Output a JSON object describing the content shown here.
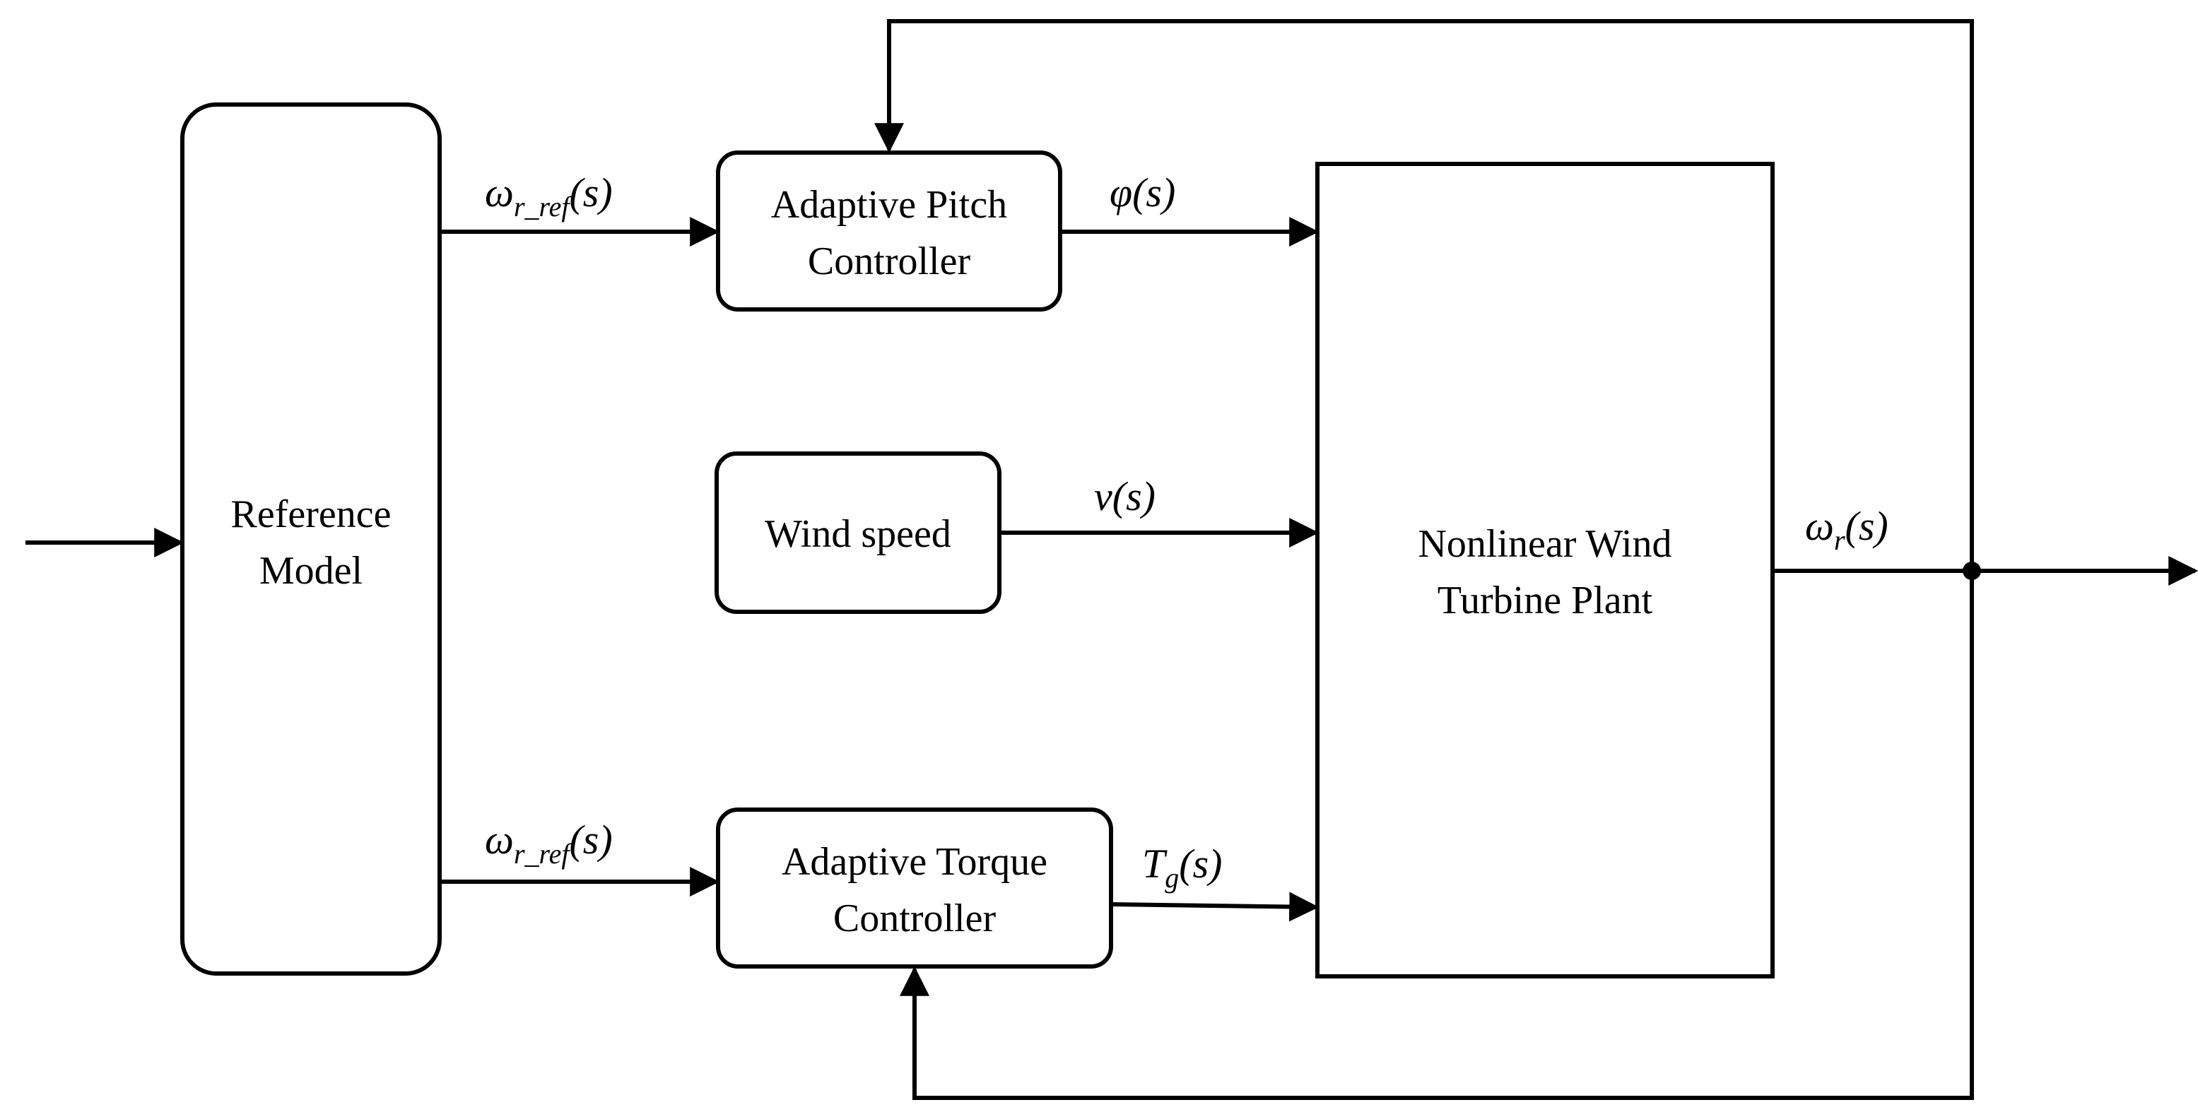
{
  "blocks": {
    "reference_model": {
      "lines": [
        "Reference",
        "Model"
      ]
    },
    "pitch_controller": {
      "lines": [
        "Adaptive Pitch",
        "Controller"
      ]
    },
    "wind_speed": {
      "lines": [
        "Wind speed"
      ]
    },
    "torque_controller": {
      "lines": [
        "Adaptive Torque",
        "Controller"
      ]
    },
    "plant": {
      "lines": [
        "Nonlinear Wind",
        "Turbine Plant"
      ]
    }
  },
  "signals": {
    "ref_top": {
      "symbol": "ω",
      "sub": "r_ref",
      "arg": "(s)"
    },
    "ref_bottom": {
      "symbol": "ω",
      "sub": "r_ref",
      "arg": "(s)"
    },
    "pitch": {
      "symbol": "φ",
      "sub": "",
      "arg": "(s)"
    },
    "wind": {
      "symbol": "v",
      "sub": "",
      "arg": "(s)"
    },
    "torque": {
      "symbol": "T",
      "sub": "g",
      "arg": "(s)"
    },
    "output": {
      "symbol": "ω",
      "sub": "r",
      "arg": "(s)"
    }
  },
  "colors": {
    "stroke": "#000000",
    "background": "#ffffff"
  }
}
